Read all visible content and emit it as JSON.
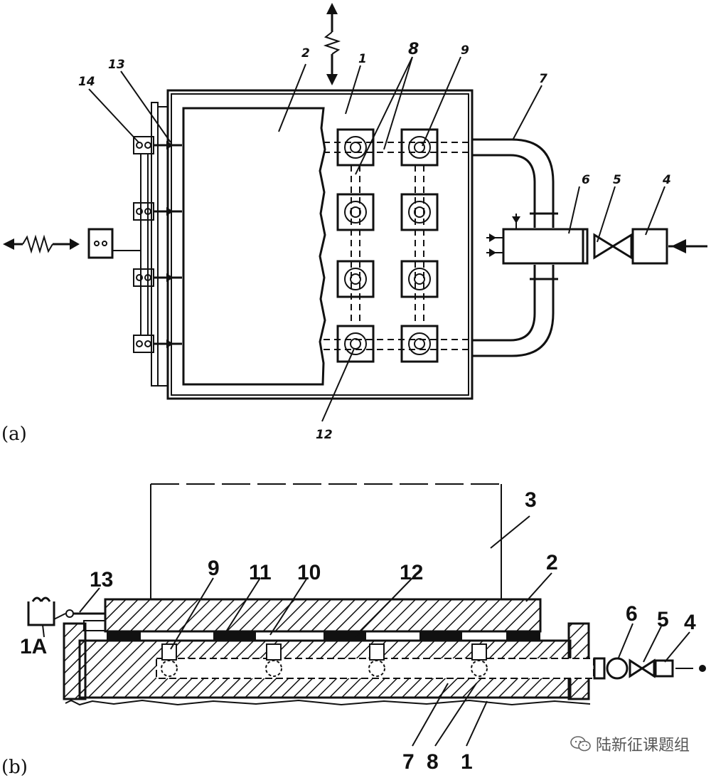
{
  "diagram": {
    "panel_a": {
      "tag": "(a)",
      "labels": {
        "l1": "1",
        "l2": "2",
        "l4": "4",
        "l5": "5",
        "l6": "6",
        "l7": "7",
        "l8": "8",
        "l9": "9",
        "l12": "12",
        "l13": "13",
        "l14": "14"
      }
    },
    "panel_b": {
      "tag": "(b)",
      "labels": {
        "l1": "1",
        "l2": "2",
        "l3": "3",
        "l4": "4",
        "l5": "5",
        "l6": "6",
        "l7": "7",
        "l8": "8",
        "l9": "9",
        "l10": "10",
        "l11": "11",
        "l12": "12",
        "l13": "13",
        "l14": "1A"
      }
    }
  },
  "watermark": {
    "text": "陆新征课题组",
    "icon": "wechat-icon"
  }
}
